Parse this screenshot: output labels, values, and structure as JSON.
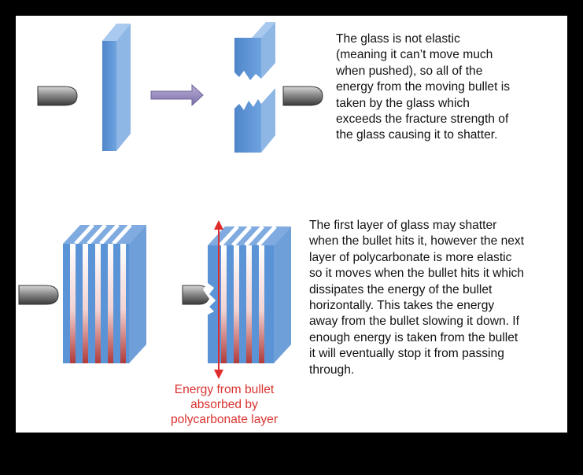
{
  "top_section": {
    "description": "The glass is not elastic\n(meaning it can’t move much\nwhen pushed), so all of the\nenergy from the moving bullet is\ntaken by the glass which\nexceeds the fracture strength of\nthe glass causing it to shatter."
  },
  "bottom_section": {
    "description": "The first layer of glass may shatter\nwhen the bullet hits it, however the next\nlayer of polycarbonate is more elastic\nso it moves when the bullet hits it which\ndissipates the energy of the bullet\nhorizontally.  This takes the energy\naway from the bullet slowing it down.  If\nenough energy is taken from the bullet\nit will eventually stop it from passing\nthrough.",
    "arrow_caption": "Energy from bullet\nabsorbed by\npolycarbonate layer"
  },
  "colors": {
    "background": "#000000",
    "slide": "#ffffff",
    "glass_front": "#5b94d6",
    "glass_side": "#9fc3ec",
    "arrow_purple": "#9a8cc0",
    "energy_arrow": "#e02b2b",
    "bullet": "#6f6f6f"
  }
}
